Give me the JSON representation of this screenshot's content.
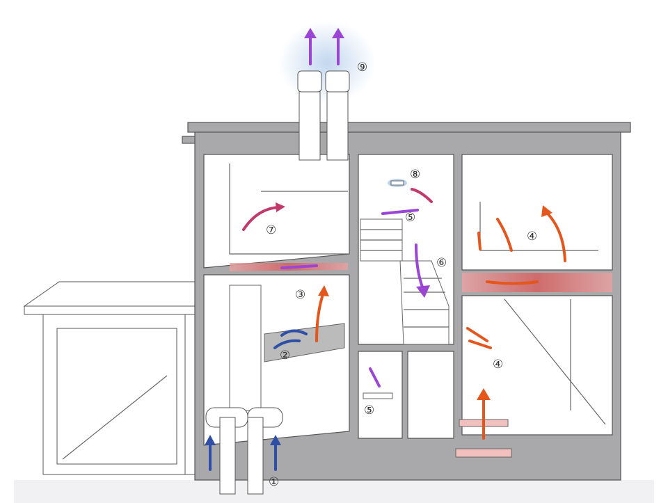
{
  "diagram": {
    "type": "house-ventilation-cutaway",
    "colors": {
      "fresh_air": "#2f4fa6",
      "warm_air": "#e4561c",
      "exhaust_air": "#9a45d4",
      "transfer_air": "#c23a6c",
      "structure": "#a9a9ab"
    },
    "labels": [
      {
        "id": "exhaust-stacks",
        "text": "⑨"
      },
      {
        "id": "bathroom-fan",
        "text": "⑧"
      },
      {
        "id": "upper-left-room",
        "text": "⑦"
      },
      {
        "id": "stair-landing-upper",
        "text": "⑤"
      },
      {
        "id": "upper-right-room",
        "text": "④"
      },
      {
        "id": "stairwell",
        "text": "⑥"
      },
      {
        "id": "mechanical-riser",
        "text": "③"
      },
      {
        "id": "air-handler",
        "text": "②"
      },
      {
        "id": "lower-right-room",
        "text": "④"
      },
      {
        "id": "stair-landing-lower",
        "text": "⑤"
      },
      {
        "id": "fresh-air-intakes",
        "text": "①"
      }
    ]
  }
}
